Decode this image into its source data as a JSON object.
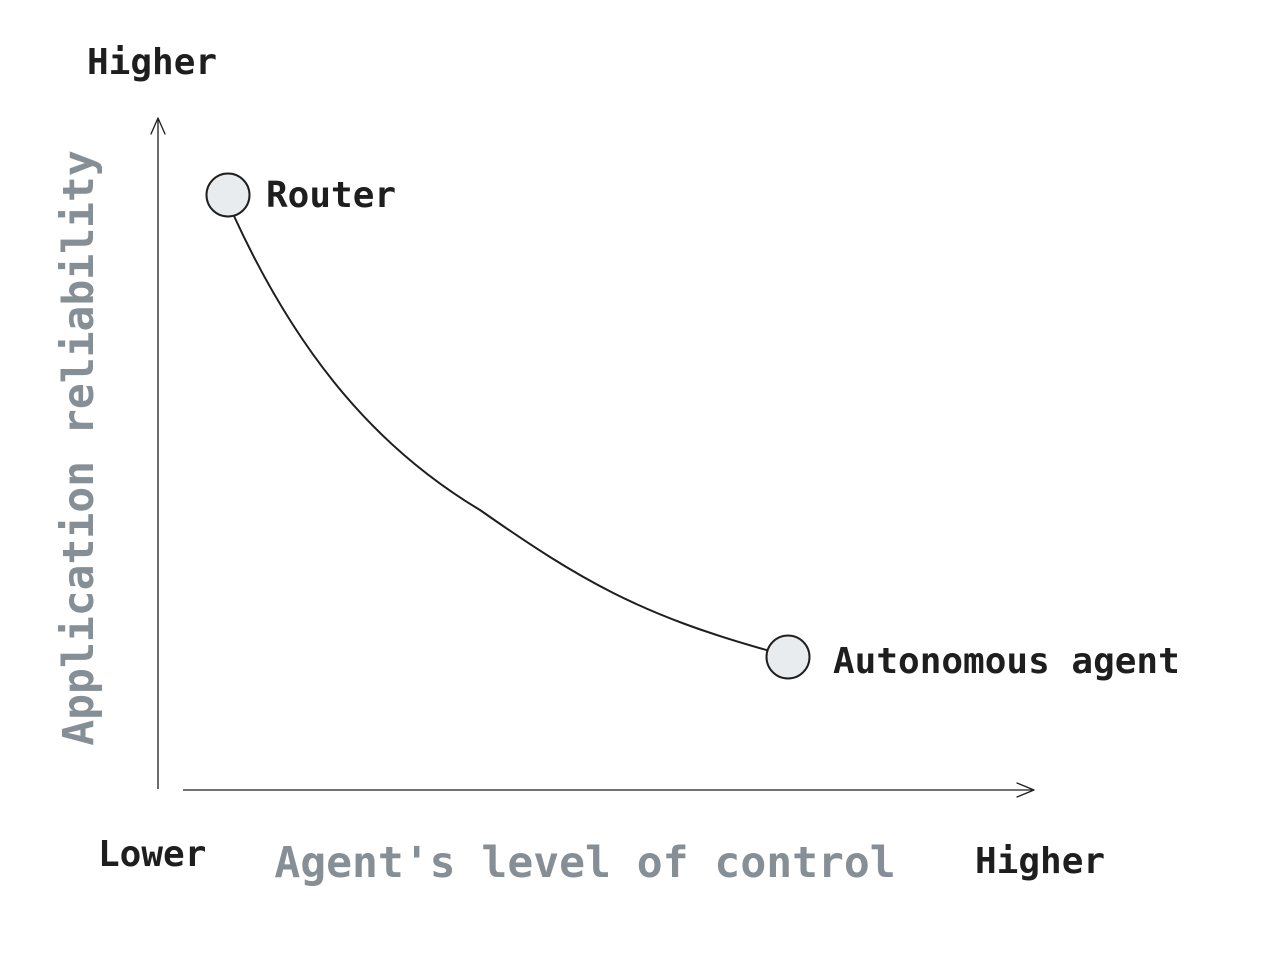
{
  "y_axis": {
    "high_label": "Higher",
    "title": "Application reliability"
  },
  "x_axis": {
    "low_label": "Lower",
    "title": "Agent's level of control",
    "high_label": "Higher"
  },
  "points": {
    "start_label": "Router",
    "end_label": "Autonomous agent"
  },
  "colors": {
    "stroke": "#1e1e1e",
    "node_fill": "#e9ecef",
    "axis_title": "#868e96"
  }
}
